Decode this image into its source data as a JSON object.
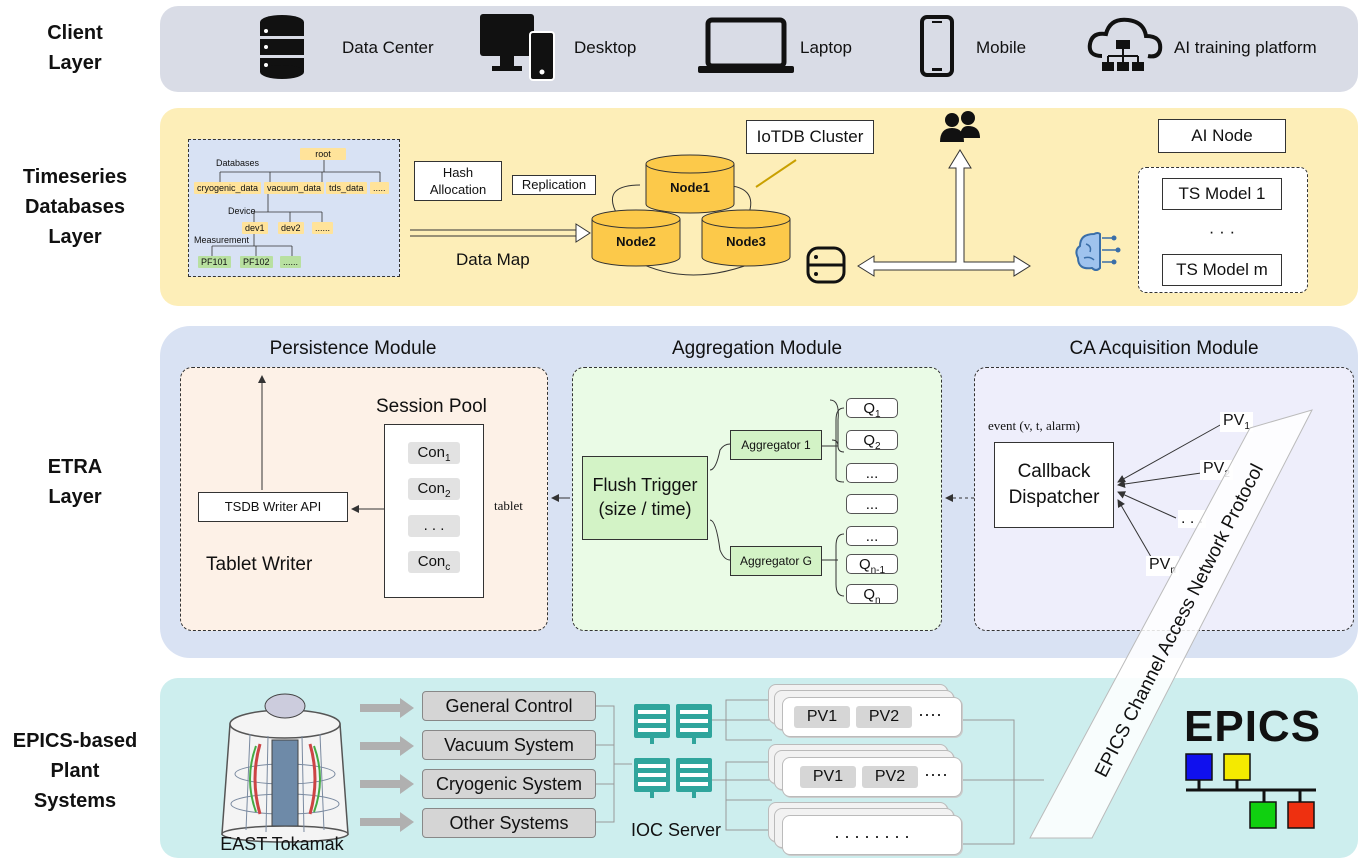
{
  "layers": {
    "client": [
      "Client",
      "Layer"
    ],
    "tsdb": [
      "Timeseries",
      "Databases",
      "Layer"
    ],
    "etra": [
      "ETRA",
      "Layer"
    ],
    "epics": [
      "EPICS-based",
      "Plant",
      "Systems"
    ]
  },
  "client": {
    "items": [
      "Data Center",
      "Desktop",
      "Laptop",
      "Mobile",
      "AI training platform"
    ]
  },
  "tsdb": {
    "tree": {
      "root": "root",
      "databases_label": "Databases",
      "databases": [
        "cryogenic_data",
        "vacuum_data",
        "tds_data",
        "....."
      ],
      "device_label": "Device",
      "devices": [
        "dev1",
        "dev2",
        "......"
      ],
      "measurement_label": "Measurement",
      "measurements": [
        "PF101",
        "PF102",
        "......"
      ]
    },
    "hash_allocation": [
      "Hash",
      "Allocation"
    ],
    "replication": "Replication",
    "data_map": "Data Map",
    "cluster_label": "IoTDB Cluster",
    "nodes": [
      "Node1",
      "Node2",
      "Node3"
    ],
    "ai_node": "AI Node",
    "ts_models": [
      "TS Model 1",
      "· · ·",
      "TS Model m"
    ]
  },
  "etra": {
    "persistence": {
      "title": "Persistence Module",
      "session_pool": "Session Pool",
      "cons": [
        "Con",
        "Con",
        ". . .",
        "Con"
      ],
      "con_subs": [
        "1",
        "2",
        "",
        "c"
      ],
      "writer_api": "TSDB Writer API",
      "tablet_writer": "Tablet Writer"
    },
    "tablet": "tablet",
    "aggregation": {
      "title": "Aggregation Module",
      "flush_trigger": [
        "Flush Trigger",
        "(size / time)"
      ],
      "aggregators": [
        "Aggregator 1",
        "Aggregator G"
      ],
      "queues": [
        "Q",
        "Q",
        "...",
        "...",
        "...",
        "Q",
        "Q"
      ],
      "queue_subs": [
        "1",
        "2",
        "",
        "",
        "",
        "n-1",
        "n"
      ]
    },
    "ca": {
      "title": "CA Acquisition Module",
      "event": "event (v, t, alarm)",
      "dispatcher": [
        "Callback",
        "Dispatcher"
      ],
      "pvs": [
        "PV",
        "PV",
        ". . .",
        "PV"
      ],
      "pv_subs": [
        "1",
        "2",
        "",
        "n"
      ]
    },
    "protocol": "EPICS Channel Access Network Protocol"
  },
  "epics": {
    "tokamak": "EAST Tokamak",
    "systems": [
      "General Control",
      "Vacuum System",
      "Cryogenic System",
      "Other Systems"
    ],
    "ioc_server": "IOC Server",
    "pv_rows": [
      [
        "PV1",
        "PV2",
        "····"
      ],
      [
        "PV1",
        "PV2",
        "····"
      ],
      [
        ". . . . . . . ."
      ]
    ],
    "logo": "EPICS"
  },
  "colors": {
    "client_band": "#d9dce6",
    "tsdb_band": "#fdeeb8",
    "etra_band": "#d9e2f3",
    "epics_band": "#cdeeee",
    "persistence_bg": "#fdf1e7",
    "aggregation_bg": "#eafbe6",
    "ca_bg": "#eeeefb",
    "node_fill": "#fcc94a",
    "logo_blue": "#1010ee",
    "logo_yellow": "#f4ea00",
    "logo_green": "#10d010",
    "logo_red": "#ee3010"
  }
}
